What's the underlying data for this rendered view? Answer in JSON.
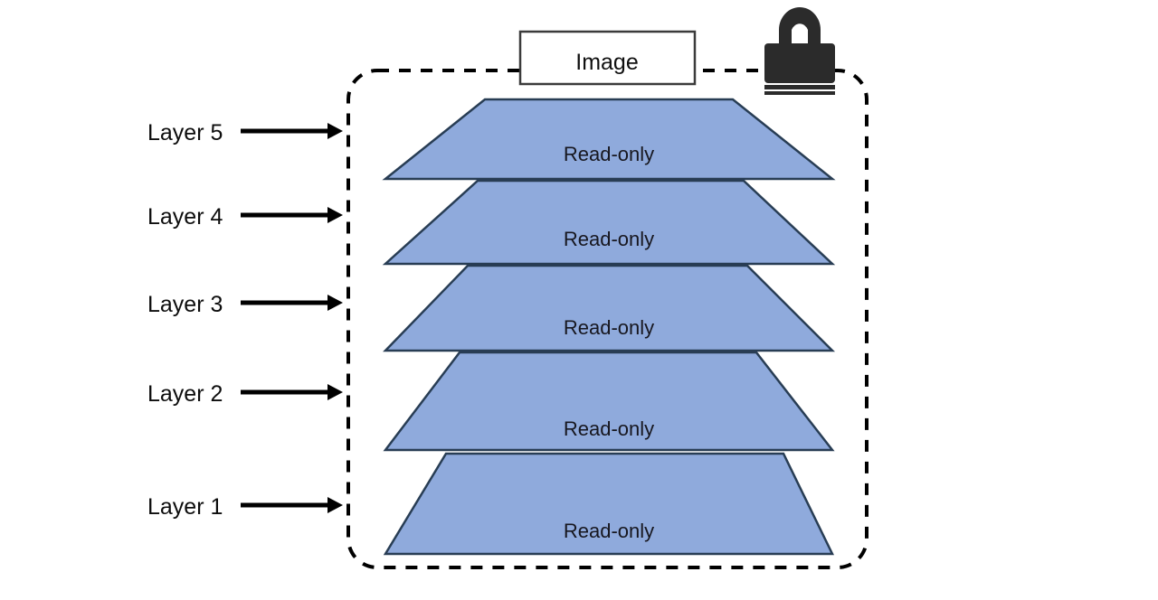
{
  "diagram": {
    "title_label": "Image",
    "lock_icon_name": "lock-icon",
    "container_border_style": "dashed",
    "colors": {
      "layer_fill": "#8FAADC",
      "layer_stroke": "#283d54",
      "border": "#000000",
      "lock": "#2b2b2b",
      "text": "#17171f",
      "box_fill": "#ffffff"
    },
    "layer_labels": [
      {
        "label": "Layer 5"
      },
      {
        "label": "Layer 4"
      },
      {
        "label": "Layer 3"
      },
      {
        "label": "Layer 2"
      },
      {
        "label": "Layer 1"
      }
    ],
    "layers": [
      {
        "name": "Layer 5",
        "state": "Read-only"
      },
      {
        "name": "Layer 4",
        "state": "Read-only"
      },
      {
        "name": "Layer 3",
        "state": "Read-only"
      },
      {
        "name": "Layer 2",
        "state": "Read-only"
      },
      {
        "name": "Layer 1",
        "state": "Read-only"
      }
    ]
  }
}
